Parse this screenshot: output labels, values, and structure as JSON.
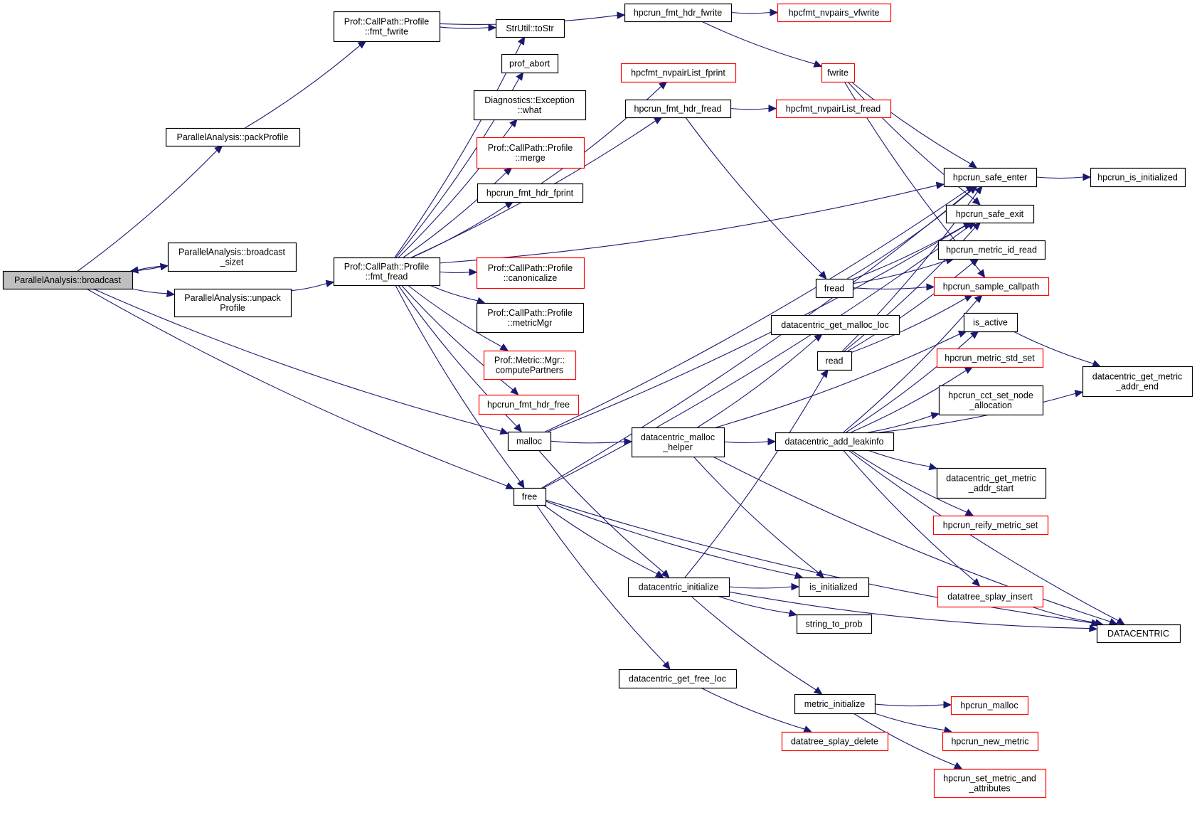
{
  "title": "Call graph of ParallelAnalysis::broadcast",
  "colors": {
    "edge": "#191970",
    "external_border": "#ff0000",
    "root_fill": "#bfbfbf"
  },
  "nodes": [
    {
      "id": "broadcast",
      "lines": [
        "ParallelAnalysis::broadcast"
      ],
      "style": "root"
    },
    {
      "id": "packProfile",
      "lines": [
        "ParallelAnalysis::packProfile"
      ],
      "style": "normal"
    },
    {
      "id": "broadcast_sizet",
      "lines": [
        "ParallelAnalysis::broadcast",
        "_sizet"
      ],
      "style": "normal"
    },
    {
      "id": "unpackProfile",
      "lines": [
        "ParallelAnalysis::unpack",
        "Profile"
      ],
      "style": "normal"
    },
    {
      "id": "fmt_fwrite",
      "lines": [
        "Prof::CallPath::Profile",
        "::fmt_fwrite"
      ],
      "style": "normal"
    },
    {
      "id": "fmt_fread",
      "lines": [
        "Prof::CallPath::Profile",
        "::fmt_fread"
      ],
      "style": "normal"
    },
    {
      "id": "toStr",
      "lines": [
        "StrUtil::toStr"
      ],
      "style": "normal"
    },
    {
      "id": "prof_abort",
      "lines": [
        "prof_abort"
      ],
      "style": "normal"
    },
    {
      "id": "exc_what",
      "lines": [
        "Diagnostics::Exception",
        "::what"
      ],
      "style": "normal"
    },
    {
      "id": "merge",
      "lines": [
        "Prof::CallPath::Profile",
        "::merge"
      ],
      "style": "red"
    },
    {
      "id": "hdr_fprint",
      "lines": [
        "hpcrun_fmt_hdr_fprint"
      ],
      "style": "normal"
    },
    {
      "id": "canonicalize",
      "lines": [
        "Prof::CallPath::Profile",
        "::canonicalize"
      ],
      "style": "red"
    },
    {
      "id": "metricMgr",
      "lines": [
        "Prof::CallPath::Profile",
        "::metricMgr"
      ],
      "style": "normal"
    },
    {
      "id": "computePartners",
      "lines": [
        "Prof::Metric::Mgr::",
        "computePartners"
      ],
      "style": "red"
    },
    {
      "id": "hdr_free",
      "lines": [
        "hpcrun_fmt_hdr_free"
      ],
      "style": "red"
    },
    {
      "id": "malloc",
      "lines": [
        "malloc"
      ],
      "style": "normal"
    },
    {
      "id": "free",
      "lines": [
        "free"
      ],
      "style": "normal"
    },
    {
      "id": "hdr_fwrite",
      "lines": [
        "hpcrun_fmt_hdr_fwrite"
      ],
      "style": "normal"
    },
    {
      "id": "nvpairs_vfwrite",
      "lines": [
        "hpcfmt_nvpairs_vfwrite"
      ],
      "style": "red"
    },
    {
      "id": "nvpairList_fprint",
      "lines": [
        "hpcfmt_nvpairList_fprint"
      ],
      "style": "red"
    },
    {
      "id": "hdr_fread",
      "lines": [
        "hpcrun_fmt_hdr_fread"
      ],
      "style": "normal"
    },
    {
      "id": "nvpairList_fread",
      "lines": [
        "hpcfmt_nvpairList_fread"
      ],
      "style": "red"
    },
    {
      "id": "fwrite",
      "lines": [
        "fwrite"
      ],
      "style": "red"
    },
    {
      "id": "fread",
      "lines": [
        "fread"
      ],
      "style": "normal"
    },
    {
      "id": "read",
      "lines": [
        "read"
      ],
      "style": "normal"
    },
    {
      "id": "get_malloc_loc",
      "lines": [
        "datacentric_get_malloc_loc"
      ],
      "style": "normal"
    },
    {
      "id": "malloc_helper",
      "lines": [
        "datacentric_malloc",
        "_helper"
      ],
      "style": "normal"
    },
    {
      "id": "add_leakinfo",
      "lines": [
        "datacentric_add_leakinfo"
      ],
      "style": "normal"
    },
    {
      "id": "safe_enter",
      "lines": [
        "hpcrun_safe_enter"
      ],
      "style": "normal"
    },
    {
      "id": "hpcrun_is_initialized",
      "lines": [
        "hpcrun_is_initialized"
      ],
      "style": "normal"
    },
    {
      "id": "safe_exit",
      "lines": [
        "hpcrun_safe_exit"
      ],
      "style": "normal"
    },
    {
      "id": "metric_id_read",
      "lines": [
        "hpcrun_metric_id_read"
      ],
      "style": "normal"
    },
    {
      "id": "sample_callpath",
      "lines": [
        "hpcrun_sample_callpath"
      ],
      "style": "red"
    },
    {
      "id": "is_active",
      "lines": [
        "is_active"
      ],
      "style": "normal"
    },
    {
      "id": "metric_std_set",
      "lines": [
        "hpcrun_metric_std_set"
      ],
      "style": "red"
    },
    {
      "id": "cct_set_node",
      "lines": [
        "hpcrun_cct_set_node",
        "_allocation"
      ],
      "style": "normal"
    },
    {
      "id": "addr_end",
      "lines": [
        "datacentric_get_metric",
        "_addr_end"
      ],
      "style": "normal"
    },
    {
      "id": "addr_start",
      "lines": [
        "datacentric_get_metric",
        "_addr_start"
      ],
      "style": "normal"
    },
    {
      "id": "reify",
      "lines": [
        "hpcrun_reify_metric_set"
      ],
      "style": "red"
    },
    {
      "id": "splay_insert",
      "lines": [
        "datatree_splay_insert"
      ],
      "style": "red"
    },
    {
      "id": "DATACENTRIC",
      "lines": [
        "DATACENTRIC"
      ],
      "style": "normal"
    },
    {
      "id": "dc_initialize",
      "lines": [
        "datacentric_initialize"
      ],
      "style": "normal"
    },
    {
      "id": "is_initialized",
      "lines": [
        "is_initialized"
      ],
      "style": "normal"
    },
    {
      "id": "string_to_prob",
      "lines": [
        "string_to_prob"
      ],
      "style": "normal"
    },
    {
      "id": "get_free_loc",
      "lines": [
        "datacentric_get_free_loc"
      ],
      "style": "normal"
    },
    {
      "id": "metric_initialize",
      "lines": [
        "metric_initialize"
      ],
      "style": "normal"
    },
    {
      "id": "splay_delete",
      "lines": [
        "datatree_splay_delete"
      ],
      "style": "red"
    },
    {
      "id": "hpcrun_malloc",
      "lines": [
        "hpcrun_malloc"
      ],
      "style": "red"
    },
    {
      "id": "new_metric",
      "lines": [
        "hpcrun_new_metric"
      ],
      "style": "red"
    },
    {
      "id": "set_metric_attr",
      "lines": [
        "hpcrun_set_metric_and",
        "_attributes"
      ],
      "style": "red"
    }
  ],
  "edges": [
    [
      "broadcast",
      "packProfile"
    ],
    [
      "broadcast",
      "broadcast_sizet"
    ],
    [
      "broadcast_sizet",
      "broadcast"
    ],
    [
      "broadcast",
      "unpackProfile"
    ],
    [
      "broadcast",
      "malloc"
    ],
    [
      "broadcast",
      "free"
    ],
    [
      "packProfile",
      "fmt_fwrite"
    ],
    [
      "unpackProfile",
      "fmt_fread"
    ],
    [
      "fmt_fwrite",
      "hdr_fwrite"
    ],
    [
      "fmt_fwrite",
      "toStr"
    ],
    [
      "fmt_fread",
      "toStr"
    ],
    [
      "fmt_fread",
      "prof_abort"
    ],
    [
      "fmt_fread",
      "exc_what"
    ],
    [
      "fmt_fread",
      "merge"
    ],
    [
      "fmt_fread",
      "hdr_fprint"
    ],
    [
      "fmt_fread",
      "canonicalize"
    ],
    [
      "fmt_fread",
      "metricMgr"
    ],
    [
      "fmt_fread",
      "computePartners"
    ],
    [
      "fmt_fread",
      "hdr_free"
    ],
    [
      "fmt_fread",
      "malloc"
    ],
    [
      "fmt_fread",
      "free"
    ],
    [
      "fmt_fread",
      "hdr_fread"
    ],
    [
      "fmt_fread",
      "safe_enter"
    ],
    [
      "hdr_fprint",
      "nvpairList_fprint"
    ],
    [
      "hdr_fwrite",
      "nvpairs_vfwrite"
    ],
    [
      "hdr_fwrite",
      "fwrite"
    ],
    [
      "hdr_fread",
      "nvpairList_fread"
    ],
    [
      "hdr_fread",
      "fread"
    ],
    [
      "fwrite",
      "safe_enter"
    ],
    [
      "fwrite",
      "safe_exit"
    ],
    [
      "fwrite",
      "sample_callpath"
    ],
    [
      "fread",
      "safe_enter"
    ],
    [
      "fread",
      "safe_exit"
    ],
    [
      "fread",
      "metric_id_read"
    ],
    [
      "fread",
      "sample_callpath"
    ],
    [
      "read",
      "safe_enter"
    ],
    [
      "read",
      "safe_exit"
    ],
    [
      "read",
      "metric_id_read"
    ],
    [
      "read",
      "sample_callpath"
    ],
    [
      "safe_enter",
      "hpcrun_is_initialized"
    ],
    [
      "malloc",
      "safe_enter"
    ],
    [
      "malloc",
      "safe_exit"
    ],
    [
      "malloc",
      "malloc_helper"
    ],
    [
      "malloc",
      "dc_initialize"
    ],
    [
      "free",
      "safe_enter"
    ],
    [
      "free",
      "safe_exit"
    ],
    [
      "free",
      "dc_initialize"
    ],
    [
      "free",
      "is_initialized"
    ],
    [
      "free",
      "get_free_loc"
    ],
    [
      "free",
      "DATACENTRIC"
    ],
    [
      "malloc_helper",
      "get_malloc_loc"
    ],
    [
      "malloc_helper",
      "add_leakinfo"
    ],
    [
      "malloc_helper",
      "is_active"
    ],
    [
      "malloc_helper",
      "is_initialized"
    ],
    [
      "malloc_helper",
      "DATACENTRIC"
    ],
    [
      "add_leakinfo",
      "is_active"
    ],
    [
      "add_leakinfo",
      "metric_std_set"
    ],
    [
      "add_leakinfo",
      "cct_set_node"
    ],
    [
      "add_leakinfo",
      "addr_end"
    ],
    [
      "add_leakinfo",
      "addr_start"
    ],
    [
      "add_leakinfo",
      "reify"
    ],
    [
      "add_leakinfo",
      "splay_insert"
    ],
    [
      "add_leakinfo",
      "DATACENTRIC"
    ],
    [
      "add_leakinfo",
      "sample_callpath"
    ],
    [
      "is_active",
      "addr_end"
    ],
    [
      "splay_insert",
      "DATACENTRIC"
    ],
    [
      "dc_initialize",
      "read"
    ],
    [
      "dc_initialize",
      "is_initialized"
    ],
    [
      "dc_initialize",
      "string_to_prob"
    ],
    [
      "dc_initialize",
      "metric_initialize"
    ],
    [
      "dc_initialize",
      "DATACENTRIC"
    ],
    [
      "get_free_loc",
      "splay_delete"
    ],
    [
      "metric_initialize",
      "hpcrun_malloc"
    ],
    [
      "metric_initialize",
      "new_metric"
    ],
    [
      "metric_initialize",
      "set_metric_attr"
    ]
  ]
}
